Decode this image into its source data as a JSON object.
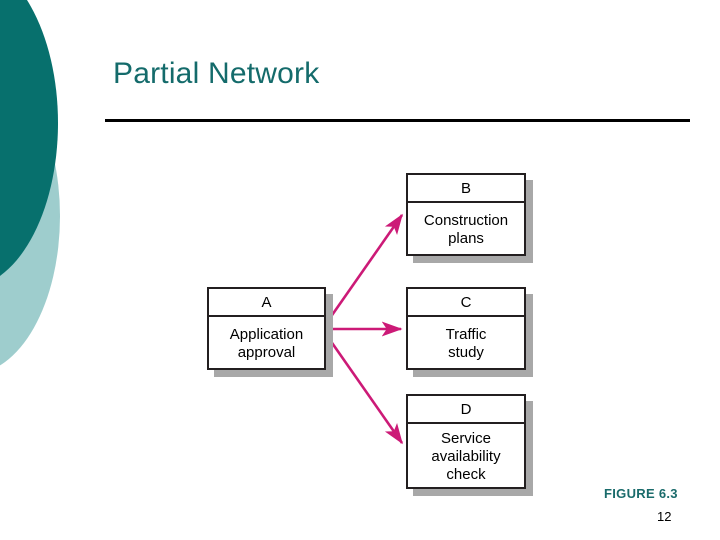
{
  "slide": {
    "title": "Partial Network",
    "figure_caption": "FIGURE 6.3",
    "page_number": "12",
    "colors": {
      "title_teal": "#146b6b",
      "deco_dark_teal": "#07706d",
      "deco_light_teal": "#9ecdcd",
      "arrow_magenta": "#cc1a77",
      "node_border": "#231f20",
      "node_shadow": "#a8a8a8",
      "rule_black": "#000000"
    }
  },
  "diagram": {
    "type": "activity-network",
    "nodes": [
      {
        "id": "A",
        "label": "Application\napproval"
      },
      {
        "id": "B",
        "label": "Construction\nplans"
      },
      {
        "id": "C",
        "label": "Traffic\nstudy"
      },
      {
        "id": "D",
        "label": "Service\navailability\ncheck"
      }
    ],
    "edges": [
      {
        "from": "A",
        "to": "B"
      },
      {
        "from": "A",
        "to": "C"
      },
      {
        "from": "A",
        "to": "D"
      }
    ]
  }
}
